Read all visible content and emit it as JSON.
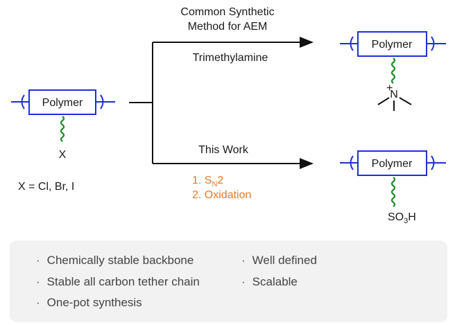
{
  "scheme": {
    "left_polymer": "Polymer",
    "left_group": "X",
    "halide_note": "X = Cl, Br, I",
    "top_method_line1": "Common Synthetic",
    "top_method_line2": "Method for AEM",
    "top_reagent": "Trimethylamine",
    "top_polymer": "Polymer",
    "top_group_atom": "N",
    "top_group_charge": "+",
    "bottom_method": "This Work",
    "bottom_step1_prefix": "1. S",
    "bottom_step1_sub": "N",
    "bottom_step1_suffix": "2",
    "bottom_step2": "2. Oxidation",
    "bottom_polymer": "Polymer",
    "bottom_group_so": "SO",
    "bottom_group_sub": "3",
    "bottom_group_h": "H",
    "colors": {
      "backbone": "#1f2fd6",
      "tether": "#1e8a2b",
      "reagent": "#e07a2c"
    }
  },
  "features": {
    "col1": [
      "Chemically stable backbone",
      "Stable all carbon tether chain",
      "One-pot synthesis"
    ],
    "col2": [
      "Well defined",
      "Scalable"
    ],
    "bullet": "·"
  }
}
